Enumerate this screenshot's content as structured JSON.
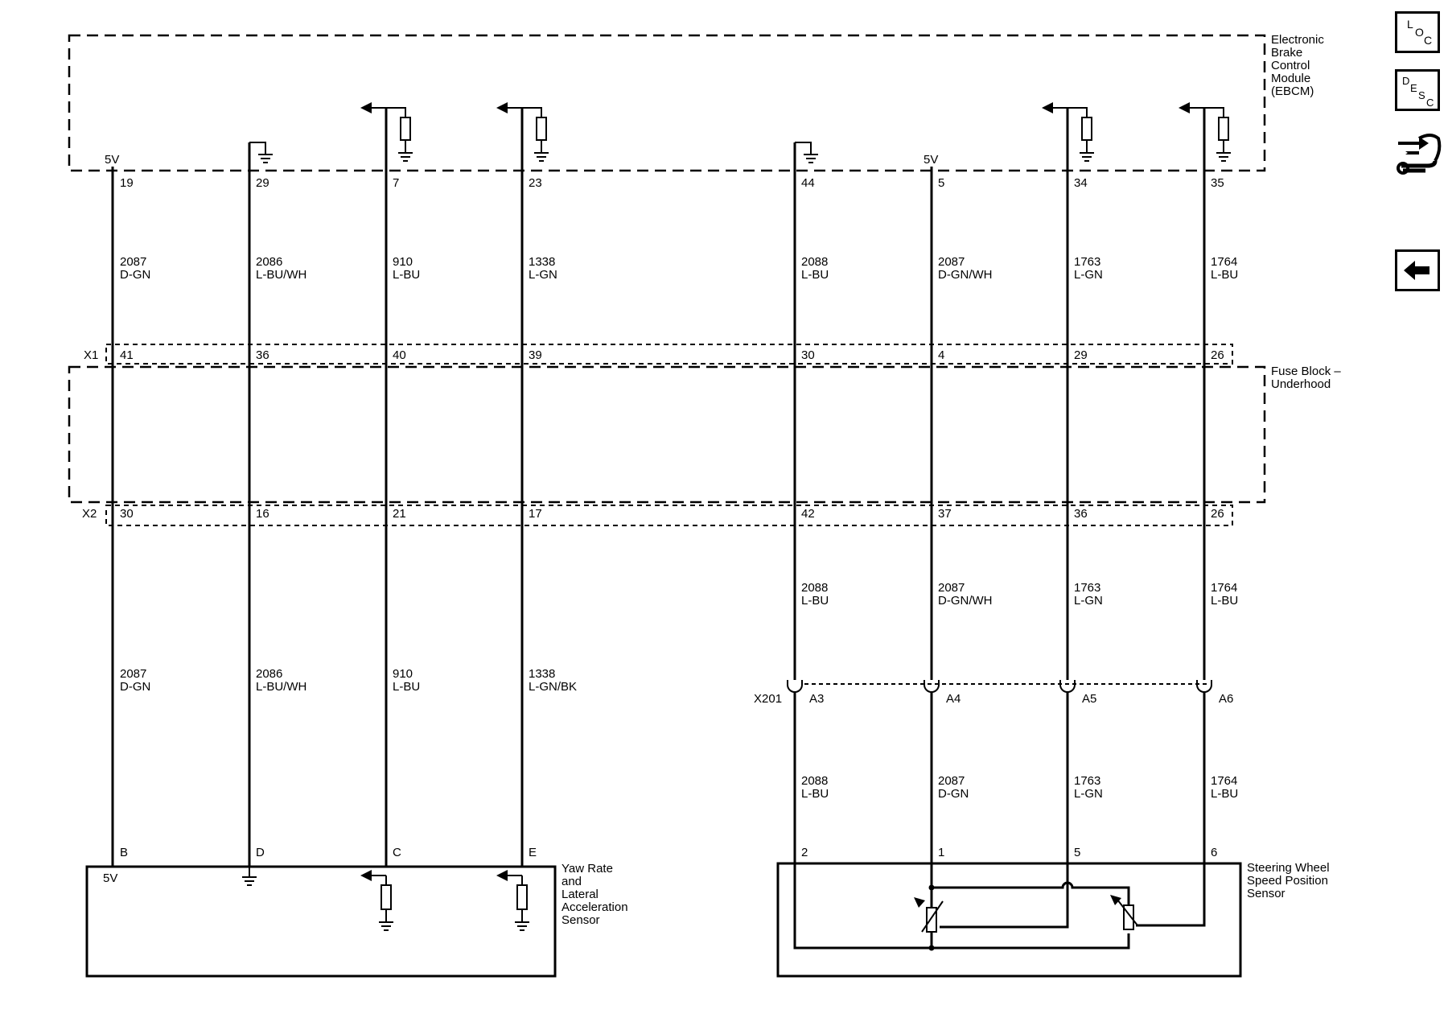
{
  "modules": {
    "ebcm": {
      "label_lines": [
        "Electronic",
        "Brake",
        "Control",
        "Module",
        "(EBCM)"
      ]
    },
    "fuse_block": {
      "label_lines": [
        "Fuse Block –",
        "Underhood"
      ]
    },
    "yaw_sensor": {
      "label_lines": [
        "Yaw Rate",
        "and",
        "Lateral",
        "Acceleration",
        "Sensor"
      ],
      "supply": "5V"
    },
    "steering_sensor": {
      "label_lines": [
        "Steering Wheel",
        "Speed Position",
        "Sensor"
      ]
    }
  },
  "connectors": {
    "x1": "X1",
    "x2": "X2",
    "x201": "X201"
  },
  "circuits": [
    {
      "ebcm_pin": "19",
      "ebcm_supply": "5V",
      "wire_top": [
        "2087",
        "D-GN"
      ],
      "x1_pin": "41",
      "x2_pin": "30",
      "wire_bottom": [
        "2087",
        "D-GN"
      ],
      "sensor_pin": "B"
    },
    {
      "ebcm_pin": "29",
      "wire_top": [
        "2086",
        "L-BU/WH"
      ],
      "x1_pin": "36",
      "x2_pin": "16",
      "wire_bottom": [
        "2086",
        "L-BU/WH"
      ],
      "sensor_pin": "D"
    },
    {
      "ebcm_pin": "7",
      "wire_top": [
        "910",
        "L-BU"
      ],
      "x1_pin": "40",
      "x2_pin": "21",
      "wire_bottom": [
        "910",
        "L-BU"
      ],
      "sensor_pin": "C"
    },
    {
      "ebcm_pin": "23",
      "wire_top": [
        "1338",
        "L-GN"
      ],
      "x1_pin": "39",
      "x2_pin": "17",
      "wire_bottom": [
        "1338",
        "L-GN/BK"
      ],
      "sensor_pin": "E"
    },
    {
      "ebcm_pin": "44",
      "wire_top": [
        "2088",
        "L-BU"
      ],
      "x1_pin": "30",
      "x2_pin": "42",
      "wire_mid": [
        "2088",
        "L-BU"
      ],
      "x201_pin": "A3",
      "wire_bottom": [
        "2088",
        "L-BU"
      ],
      "sensor_pin": "2"
    },
    {
      "ebcm_pin": "5",
      "ebcm_supply": "5V",
      "wire_top": [
        "2087",
        "D-GN/WH"
      ],
      "x1_pin": "4",
      "x2_pin": "37",
      "wire_mid": [
        "2087",
        "D-GN/WH"
      ],
      "x201_pin": "A4",
      "wire_bottom": [
        "2087",
        "D-GN"
      ],
      "sensor_pin": "1"
    },
    {
      "ebcm_pin": "34",
      "wire_top": [
        "1763",
        "L-GN"
      ],
      "x1_pin": "29",
      "x2_pin": "36",
      "wire_mid": [
        "1763",
        "L-GN"
      ],
      "x201_pin": "A5",
      "wire_bottom": [
        "1763",
        "L-GN"
      ],
      "sensor_pin": "5"
    },
    {
      "ebcm_pin": "35",
      "wire_top": [
        "1764",
        "L-BU"
      ],
      "x1_pin": "26",
      "x2_pin": "26",
      "wire_mid": [
        "1764",
        "L-BU"
      ],
      "x201_pin": "A6",
      "wire_bottom": [
        "1764",
        "L-BU"
      ],
      "sensor_pin": "6"
    }
  ],
  "sidebar": {
    "loc": {
      "letters": [
        "L",
        "O",
        "C"
      ],
      "icon": "loc-icon"
    },
    "desc": {
      "letters": [
        "D",
        "E",
        "S",
        "C"
      ],
      "icon": "desc-icon"
    },
    "connector_tool": {
      "icon": "connector-wrench-icon"
    },
    "back": {
      "icon": "back-arrow-icon"
    }
  }
}
